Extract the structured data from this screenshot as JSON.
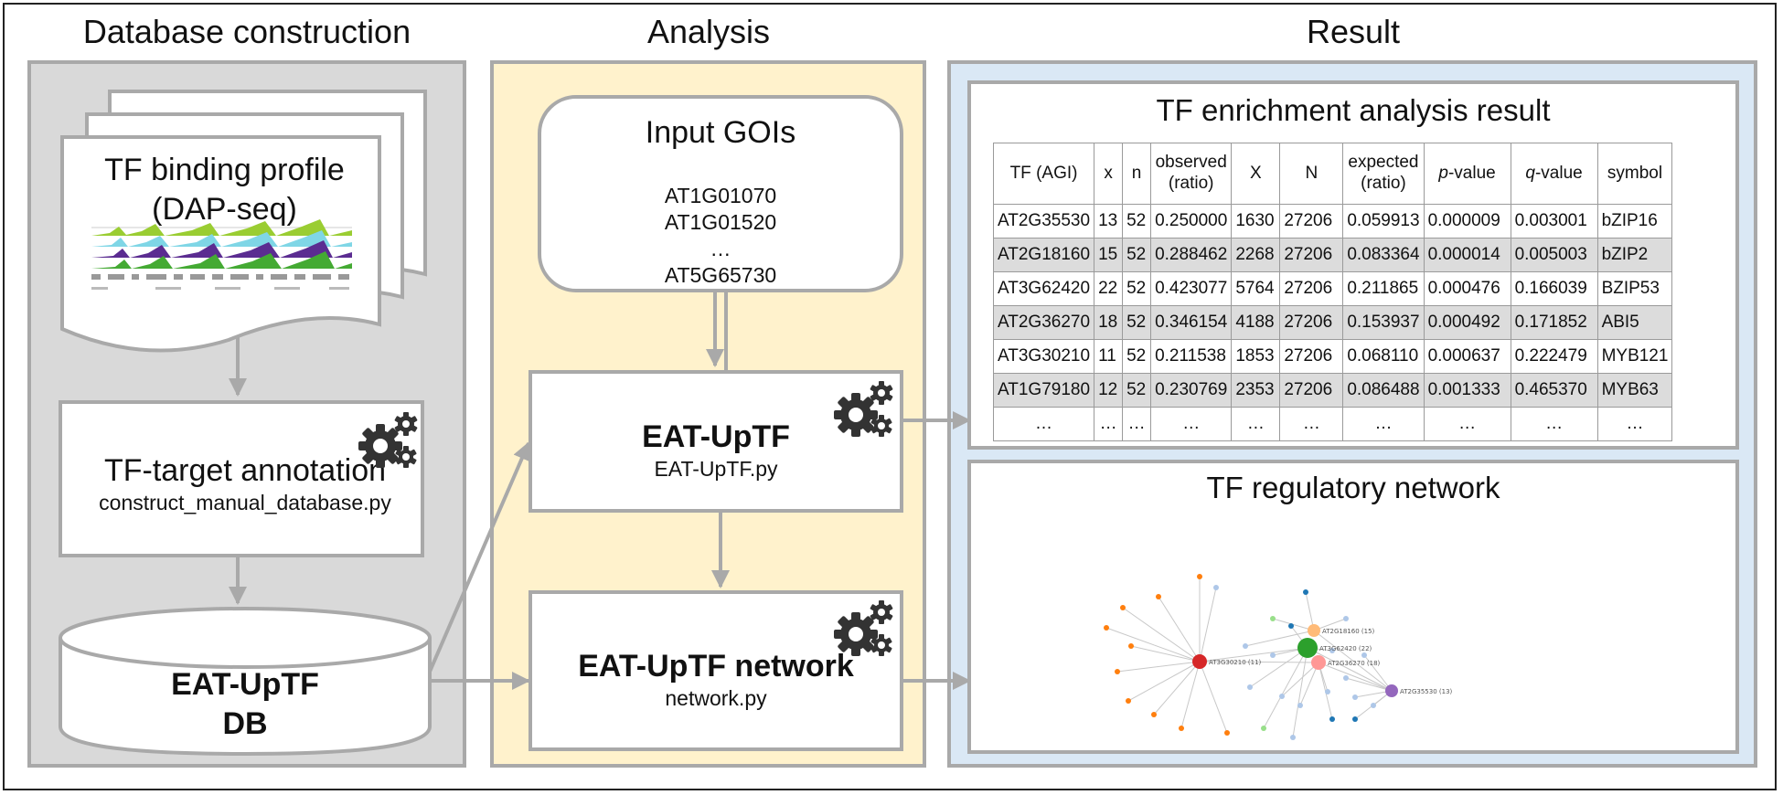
{
  "columns": {
    "database": "Database construction",
    "analysis": "Analysis",
    "result": "Result"
  },
  "database": {
    "profile_title": "TF binding profile",
    "profile_sub": "(DAP-seq)",
    "annotation_title": "TF-target annotation",
    "annotation_script": "construct_manual_database.py",
    "db_line1": "EAT-UpTF",
    "db_line2": "DB"
  },
  "analysis": {
    "input_title": "Input GOIs",
    "genes": [
      "AT1G01070",
      "AT1G01520",
      "…",
      "AT5G65730"
    ],
    "eat_title": "EAT-UpTF",
    "eat_script": "EAT-UpTF.py",
    "network_title": "EAT-UpTF network",
    "network_script": "network.py"
  },
  "result": {
    "table_title": "TF enrichment analysis result",
    "network_title": "TF regulatory network"
  },
  "table": {
    "headers": [
      "TF (AGI)",
      "x",
      "n",
      "observed\n(ratio)",
      "X",
      "N",
      "expected\n(ratio)",
      "p-value",
      "q-value",
      "symbol"
    ],
    "rows": [
      [
        "AT2G35530",
        "13",
        "52",
        "0.250000",
        "1630",
        "27206",
        "0.059913",
        "0.000009",
        "0.003001",
        "bZIP16"
      ],
      [
        "AT2G18160",
        "15",
        "52",
        "0.288462",
        "2268",
        "27206",
        "0.083364",
        "0.000014",
        "0.005003",
        "bZIP2"
      ],
      [
        "AT3G62420",
        "22",
        "52",
        "0.423077",
        "5764",
        "27206",
        "0.211865",
        "0.000476",
        "0.166039",
        "BZIP53"
      ],
      [
        "AT2G36270",
        "18",
        "52",
        "0.346154",
        "4188",
        "27206",
        "0.153937",
        "0.000492",
        "0.171852",
        "ABI5"
      ],
      [
        "AT3G30210",
        "11",
        "52",
        "0.211538",
        "1853",
        "27206",
        "0.068110",
        "0.000637",
        "0.222479",
        "MYB121"
      ],
      [
        "AT1G79180",
        "12",
        "52",
        "0.230769",
        "2353",
        "27206",
        "0.086488",
        "0.001333",
        "0.465370",
        "MYB63"
      ],
      [
        "…",
        "…",
        "…",
        "…",
        "…",
        "…",
        "…",
        "…",
        "…",
        "…"
      ]
    ]
  },
  "network": {
    "hubs": [
      {
        "label": "AT3G30210 (11)",
        "color": "#d62728"
      },
      {
        "label": "AT2G18160 (15)",
        "color": "#ffbb78"
      },
      {
        "label": "AT3G62420 (22)",
        "color": "#2ca02c"
      },
      {
        "label": "AT2G36270 (18)",
        "color": "#ff9896"
      },
      {
        "label": "AT2G35530 (13)",
        "color": "#9467bd"
      }
    ]
  },
  "colors": {
    "panel_gray": "#d9d9d9",
    "panel_yellow": "#fff2cc",
    "panel_blue": "#dae8f5",
    "border_gray": "#a9a9a9"
  }
}
